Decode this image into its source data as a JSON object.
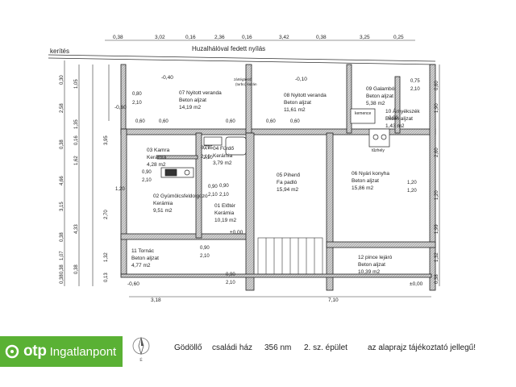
{
  "brand": {
    "name_bold": "otp",
    "name_rest": "Ingatlanpont",
    "color": "#5ab134"
  },
  "compass": {
    "icon": "north-arrow-icon"
  },
  "footer": {
    "city": "Gödöllő",
    "type": "családi ház",
    "area": "356 nm",
    "building": "2. sz. épület",
    "note": "az alaprajz tájékoztató jellegű!"
  },
  "plan": {
    "labels": {
      "fence": "kerítés",
      "fence_note": "Huzalhálóval fedett nyílás",
      "boiler": "zártégtéstő",
      "boiler2": "(turbo) kazán",
      "chimney": "kemence",
      "stove": "tűzhely"
    },
    "dims_top": [
      "0,38",
      "3,02",
      "0,16",
      "2,36",
      "0,16",
      "3,42",
      "0,38",
      "3,25",
      "0,25"
    ],
    "dims_bottom": [
      "3,18",
      "7,10"
    ],
    "dims_left": [
      "0,30",
      "2,58",
      "0,38",
      "4,66",
      "3,15",
      "0,38",
      "1,07",
      "0,38",
      "0,38"
    ],
    "dims_left2": [
      "1,05",
      "1,35",
      "0,16",
      "1,62",
      "4,33",
      "0,38"
    ],
    "dims_left3": [
      "3,95",
      "2,70",
      "1,32",
      "0,13"
    ],
    "dims_right": [
      "0,60",
      "1,90",
      "2,60",
      "1,20",
      "1,99",
      "1,32",
      "0,38"
    ],
    "levels": [
      "-0,40",
      "-0,10",
      "-0,60",
      "±0,00",
      "-0,60",
      "±0,00"
    ],
    "openings": [
      "0,80",
      "2,10",
      "0,75",
      "2,10",
      "0,60",
      "0,60",
      "0,60",
      "0,60",
      "0,90",
      "2,10",
      "0,90",
      "2,10",
      "0,90",
      "2,10",
      "1,20",
      "1,20",
      "0,90",
      "2,10",
      "0,90",
      "2,10",
      "0,75",
      "2,10",
      "0,60",
      "0,90",
      "1,20",
      "0,75",
      "2,10"
    ],
    "rooms": [
      {
        "name": "07 Nyitott veranda",
        "floor": "Beton aljzat",
        "area": "14,19 m2"
      },
      {
        "name": "08 Nyitott veranda",
        "floor": "Beton aljzat",
        "area": "11,61 m2"
      },
      {
        "name": "09 Galamból",
        "floor": "Beton aljzat",
        "area": "5,38 m2"
      },
      {
        "name": "10 Árnyékszék",
        "floor": "Beton aljzat",
        "area": "1,43 m2"
      },
      {
        "name": "03 Kamra",
        "floor": "Kerámia",
        "area": "4,28 m2"
      },
      {
        "name": "04 Fürdő",
        "floor": "Kerámia",
        "area": "3,79 m2"
      },
      {
        "name": "02 Gyümölcsfeldolgozó",
        "floor": "Kerámia",
        "area": "9,51 m2"
      },
      {
        "name": "01 Előtér",
        "floor": "Kerámia",
        "area": "10,19 m2"
      },
      {
        "name": "05 Pihenő",
        "floor": "Fa padló",
        "area": "15,94 m2"
      },
      {
        "name": "06 Nyári konyha",
        "floor": "Beton aljzat",
        "area": "15,86 m2"
      },
      {
        "name": "11 Tornác",
        "floor": "Beton aljzat",
        "area": "4,77 m2"
      },
      {
        "name": "12 pince lejáró",
        "floor": "Beton aljzat",
        "area": "10,39 m2"
      }
    ]
  }
}
